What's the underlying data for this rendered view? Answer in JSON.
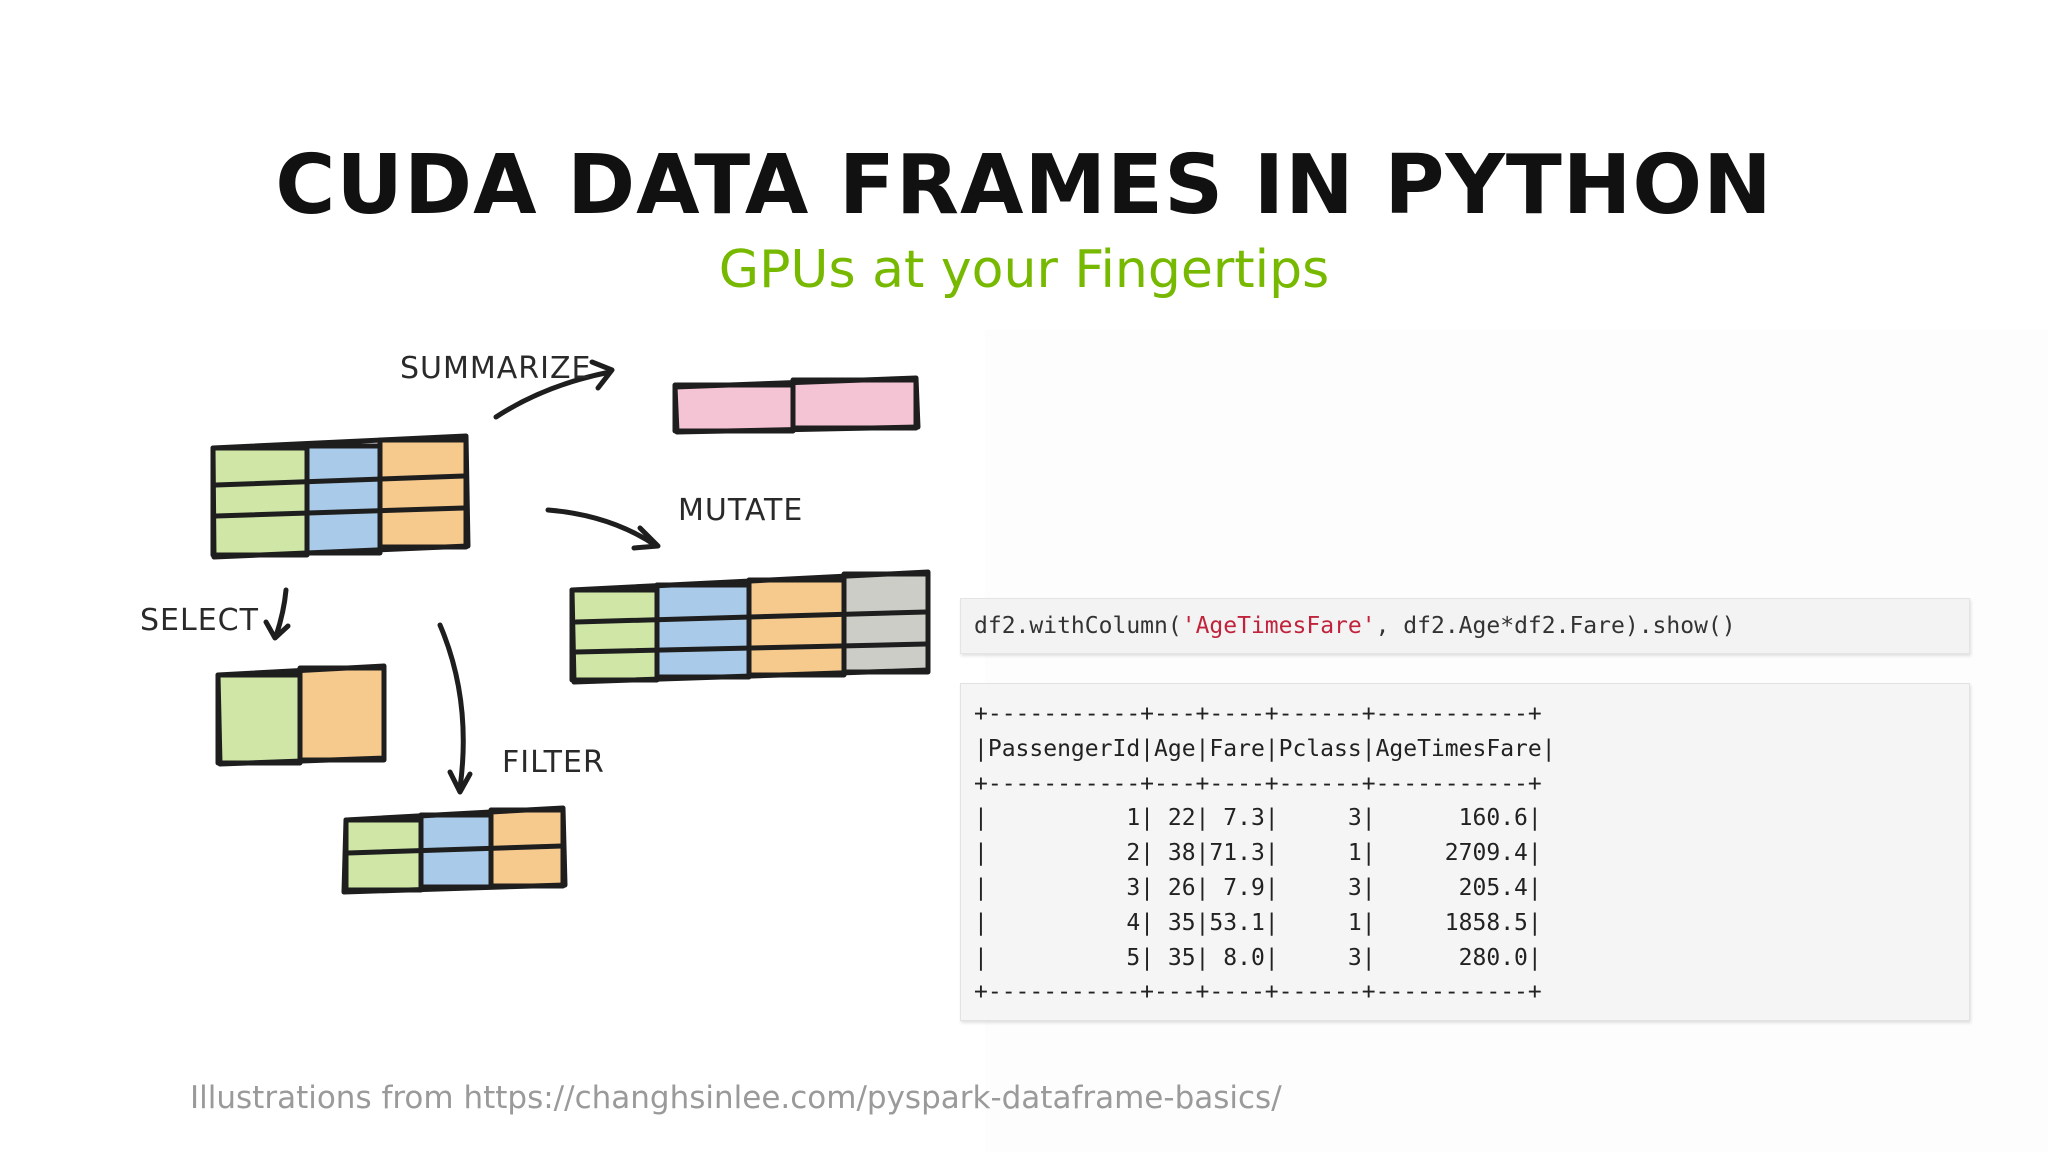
{
  "slide": {
    "title": "CUDA DATA FRAMES IN PYTHON",
    "subtitle": "GPUs at your Fingertips",
    "caption": "Illustrations from https://changhsinlee.com/pyspark-dataframe-basics/",
    "accent_color": "#76b900"
  },
  "illustration": {
    "labels": {
      "summarize": "SUMMARIZE",
      "mutate": "MUTATE",
      "select": "SELECT",
      "filter": "FILTER"
    },
    "colors": {
      "green": "#cfe6a6",
      "blue": "#a9cbe9",
      "orange": "#f6c98c",
      "pink": "#f5c4d4",
      "gray": "#cdcdc8"
    }
  },
  "notebook": {
    "code": {
      "prefix": "df2.withColumn(",
      "string_arg": "'AgeTimesFare'",
      "suffix": ", df2.Age*df2.Fare).show()"
    },
    "output_lines": [
      "+-----------+---+----+------+-----------+",
      "|PassengerId|Age|Fare|Pclass|AgeTimesFare|",
      "+-----------+---+----+------+-----------+",
      "|          1| 22| 7.3|     3|      160.6|",
      "|          2| 38|71.3|     1|     2709.4|",
      "|          3| 26| 7.9|     3|      205.4|",
      "|          4| 35|53.1|     1|     1858.5|",
      "|          5| 35| 8.0|     3|      280.0|",
      "+-----------+---+----+------+-----------+"
    ]
  }
}
